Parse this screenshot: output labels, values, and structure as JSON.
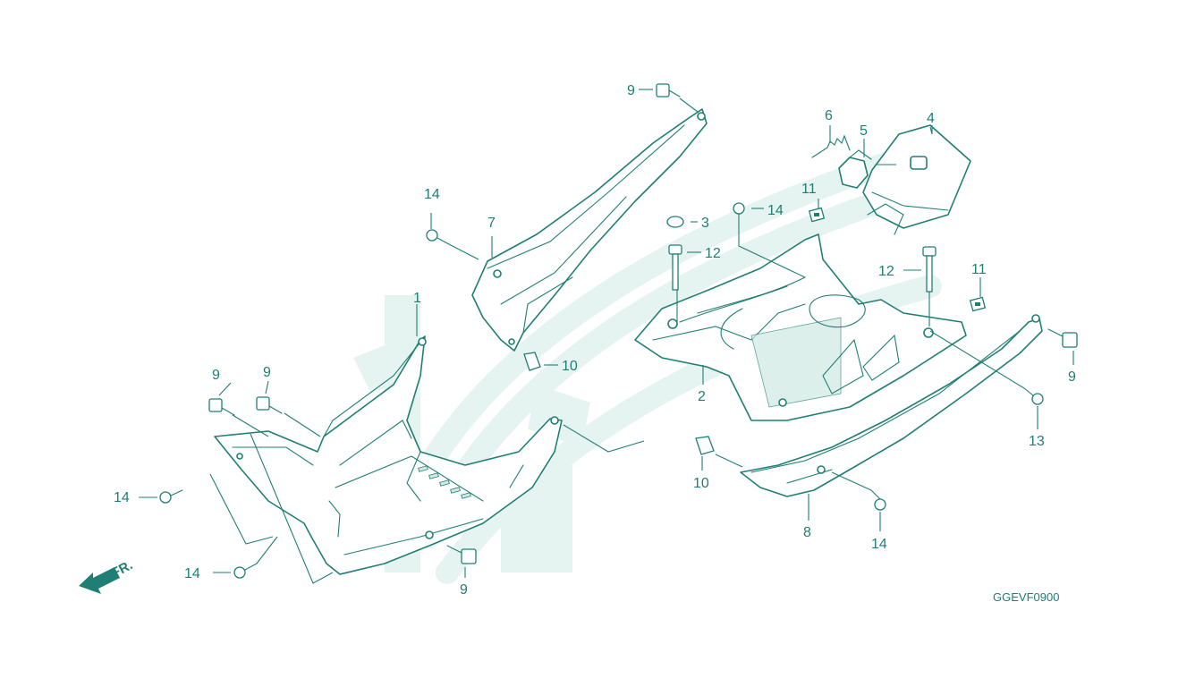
{
  "diagram": {
    "drawing_code": "GGEVF0900",
    "direction_label": "FR.",
    "colors": {
      "line": "#1f7f74",
      "watermark": "#e6f4f1",
      "background": "#ffffff"
    },
    "callouts": [
      "1",
      "2",
      "3",
      "4",
      "5",
      "6",
      "7",
      "8",
      "9",
      "9",
      "9",
      "9",
      "9",
      "10",
      "10",
      "11",
      "11",
      "12",
      "12",
      "13",
      "14",
      "14",
      "14",
      "14",
      "14"
    ]
  }
}
